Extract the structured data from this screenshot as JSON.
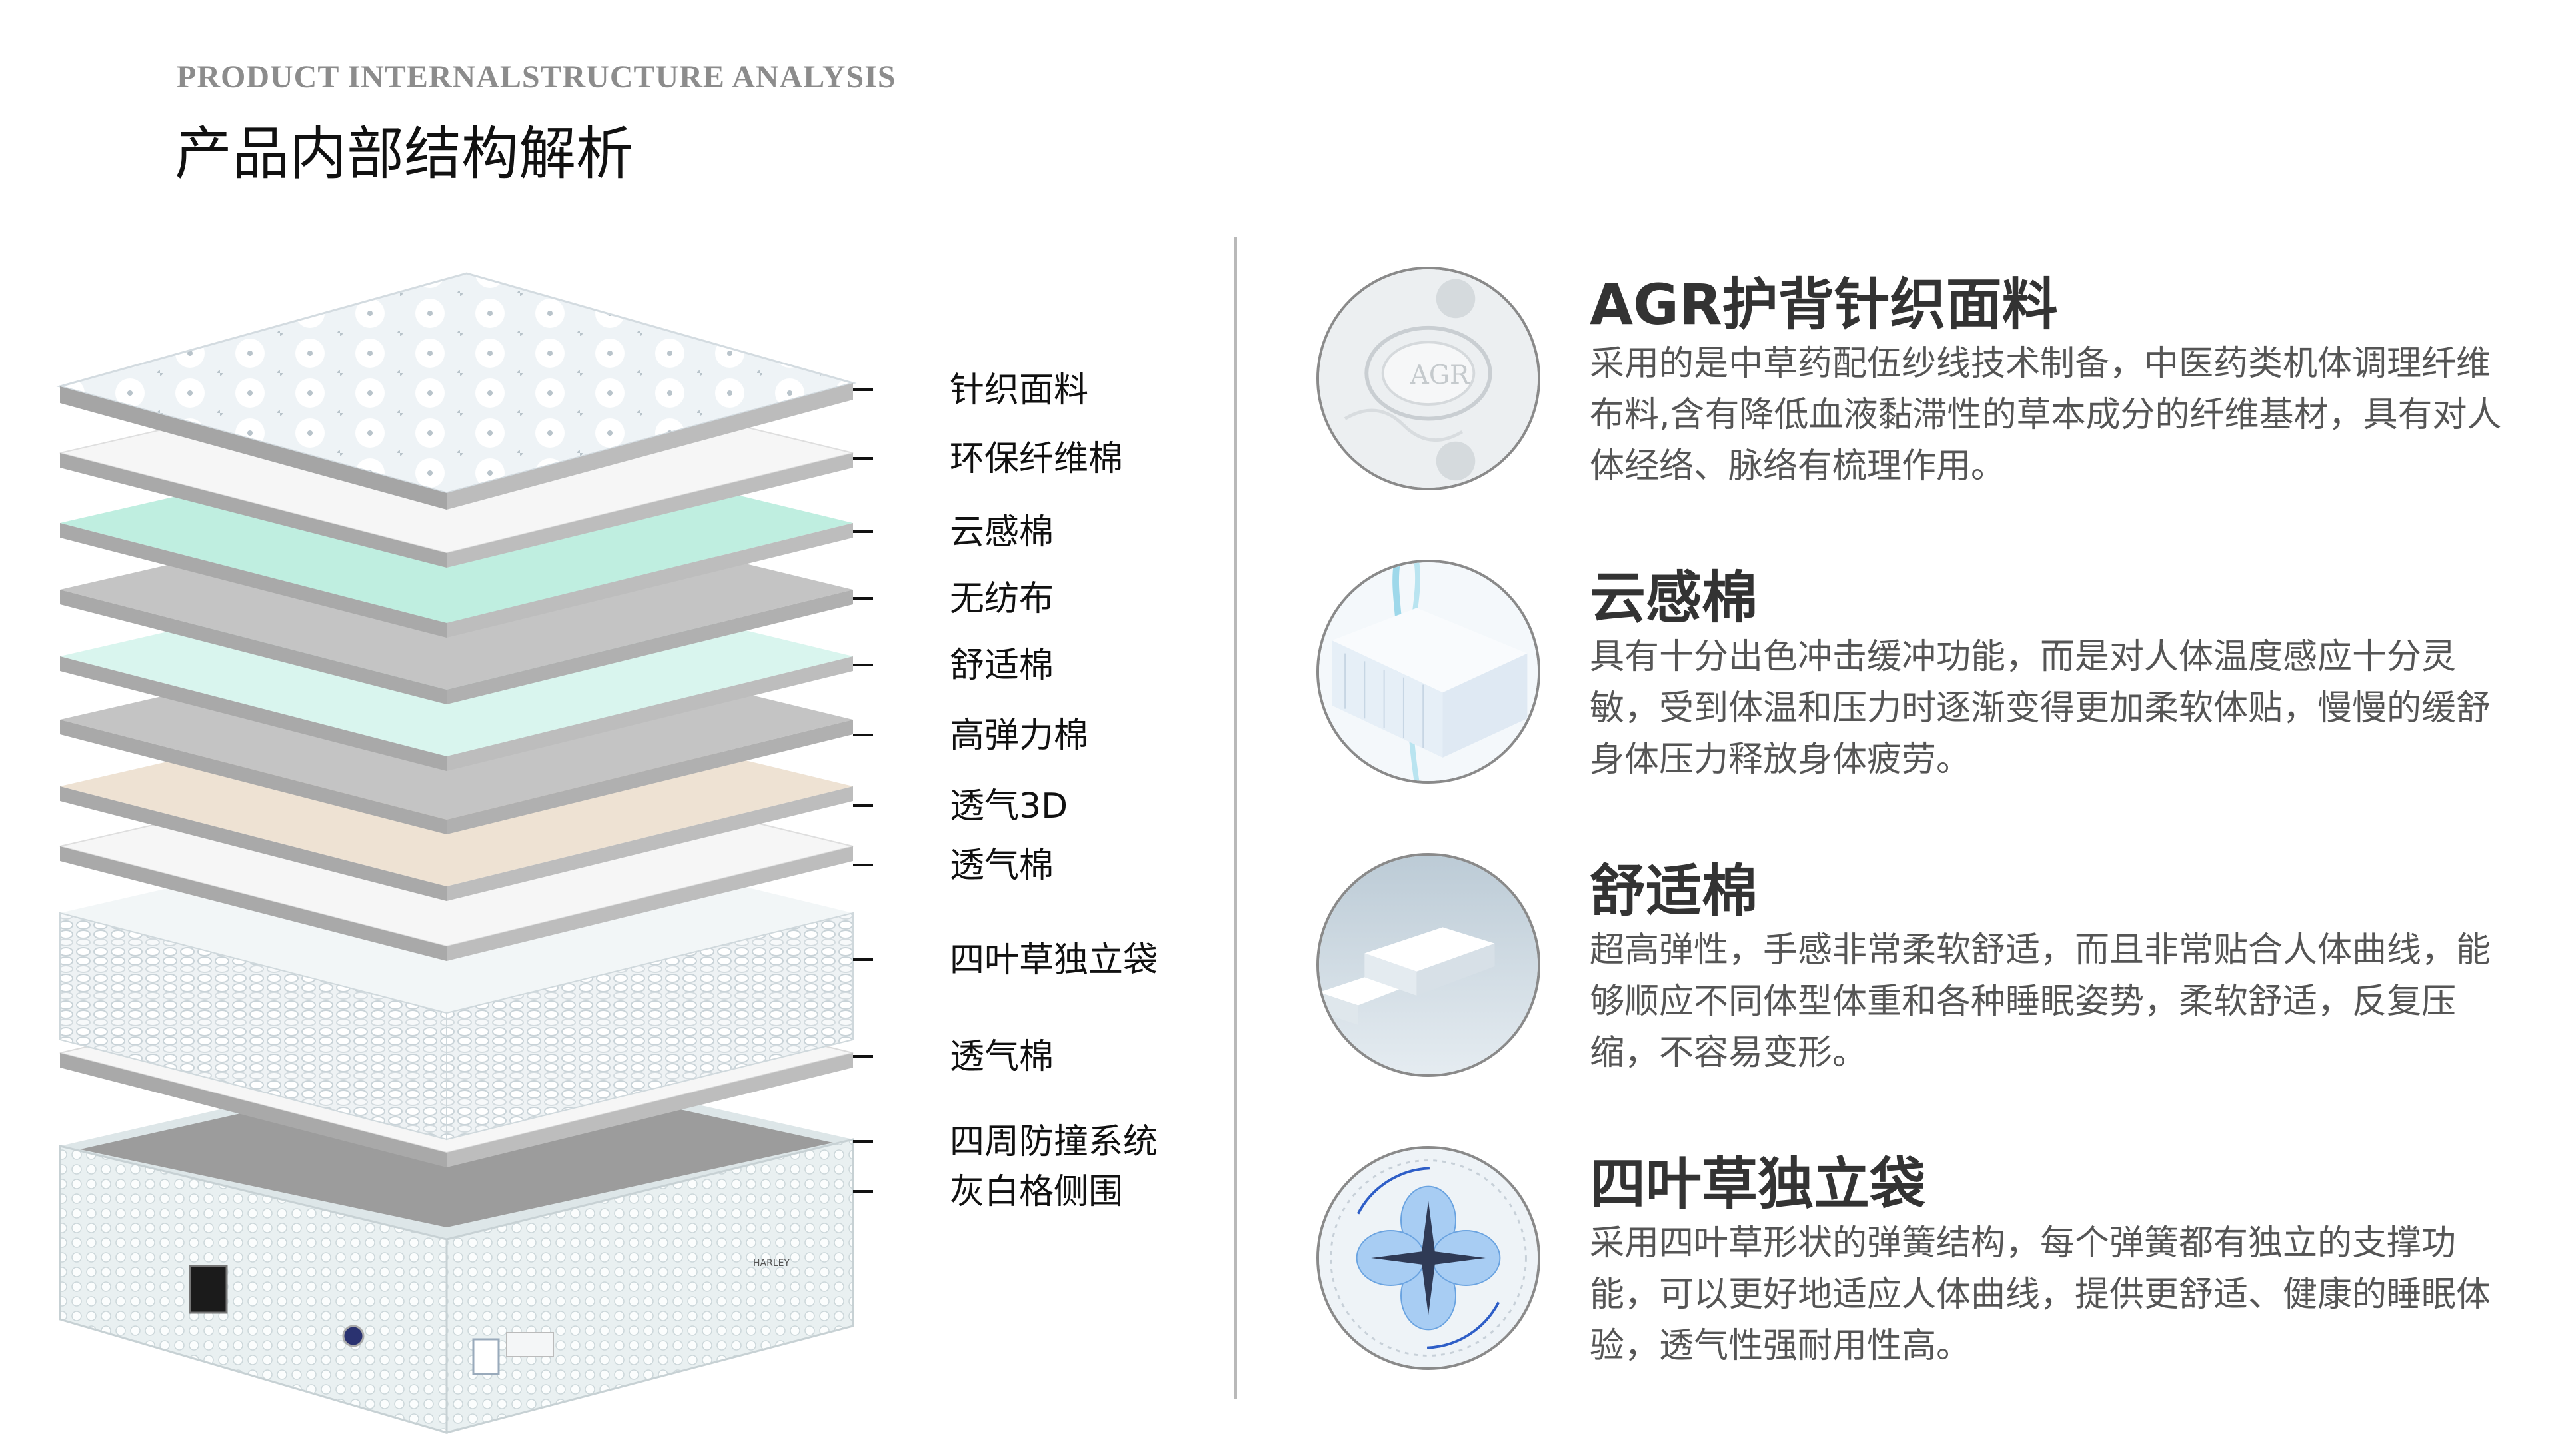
{
  "header": {
    "english_title": "PRODUCT INTERNALSTRUCTURE ANALYSIS",
    "chinese_title": "产品内部结构解析"
  },
  "layers": [
    "针织面料",
    "环保纤维棉",
    "云感棉",
    "无纺布",
    "舒适棉",
    "高弹力棉",
    "透气3D",
    "透气棉",
    "四叶草独立袋",
    "透气棉",
    "四周防撞系统",
    "灰白格侧围"
  ],
  "mattress_badge": "HARLEY",
  "features": [
    {
      "title": "AGR护背针织面料",
      "description": "采用的是中草药配伍纱线技术制备，中医药类机体调理纤维布料,含有降低血液黏滞性的草本成分的纤维基材，具有对人体经络、脉络有梳理作用。",
      "image_text": "AGR"
    },
    {
      "title": "云感棉",
      "description": "具有十分出色冲击缓冲功能，而是对人体温度感应十分灵敏，受到体温和压力时逐渐变得更加柔软体贴，慢慢的缓舒身体压力释放身体疲劳。"
    },
    {
      "title": "舒适棉",
      "description": "超高弹性，手感非常柔软舒适，而且非常贴合人体曲线，能够顺应不同体型体重和各种睡眠姿势，柔软舒适，反复压缩，不容易变形。"
    },
    {
      "title": "四叶草独立袋",
      "description": "采用四叶草形状的弹簧结构，每个弹簧都有独立的支撑功能，可以更好地适应人体曲线，提供更舒适、健康的睡眠体验，透气性强耐用性高。"
    }
  ],
  "colors": {
    "mint": "#bfeee0",
    "light_mint": "#d9f5ee",
    "gray_layer": "#c4c4c4",
    "beige": "#eee2d3",
    "white_layer": "#f6f6f6",
    "divider": "#b9b9b9"
  }
}
